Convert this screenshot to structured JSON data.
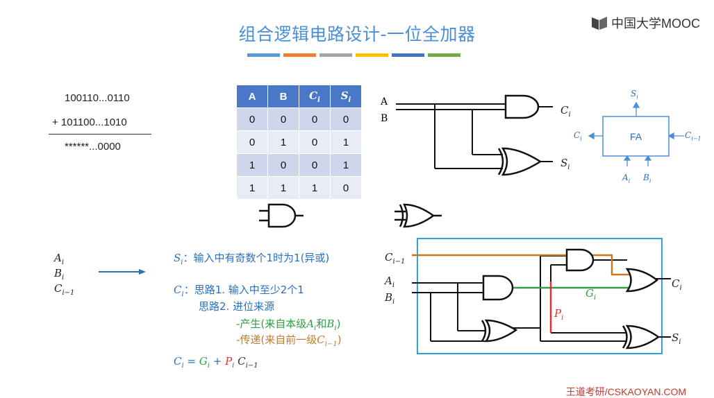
{
  "title": "组合逻辑电路设计-一位全加器",
  "logo_text": "中国大学MOOC",
  "colors": [
    "#5b9bd5",
    "#ed7d31",
    "#a5a5a5",
    "#ffc000",
    "#4472c4",
    "#70ad47"
  ],
  "addition": {
    "line1": "100110...0110",
    "line2": "+  101100...1010",
    "line3": "******...0000"
  },
  "truth_table": {
    "headers": [
      "A",
      "B",
      "C",
      "S"
    ],
    "rows": [
      [
        "0",
        "0",
        "0",
        "0"
      ],
      [
        "0",
        "1",
        "0",
        "1"
      ],
      [
        "1",
        "0",
        "0",
        "1"
      ],
      [
        "1",
        "1",
        "1",
        "0"
      ]
    ]
  },
  "circuit1": {
    "a": "A",
    "b": "B",
    "c": "C",
    "s": "S",
    "sub": "i"
  },
  "fa_block": {
    "label": "FA",
    "s": "S",
    "c_out": "C",
    "c_in": "C",
    "a": "A",
    "b": "B",
    "sub_i": "i",
    "sub_im1": "i−1"
  },
  "inputs": {
    "a": "A",
    "b": "B",
    "c": "C",
    "sub_i": "i",
    "sub_im1": "i−1"
  },
  "explanation": {
    "s_label": "S",
    "s_text": "：输入中有奇数个1时为1(异或)",
    "c_label": "C",
    "c_idea1": "：思路1. 输入中至少2个1",
    "c_idea2": "思路2. 进位来源",
    "gen_pre": "-产生(来自本级",
    "gen_and": "和",
    "gen_post": ")",
    "prop_pre": "-传递(来自前一级",
    "prop_post": ")",
    "formula_eq": " = ",
    "formula_plus": " + ",
    "sym_a": "A",
    "sym_b": "B",
    "sym_c": "C",
    "sym_g": "G",
    "sym_p": "P",
    "sub_i": "i",
    "sub_im1": "i−1"
  },
  "circuit2": {
    "c_in": "C",
    "a": "A",
    "b": "B",
    "g": "G",
    "p": "P",
    "c_out": "C",
    "s": "S",
    "sub_i": "i",
    "sub_im1": "i−1"
  },
  "footer": "王道考研/CSKAOYAN.COM"
}
